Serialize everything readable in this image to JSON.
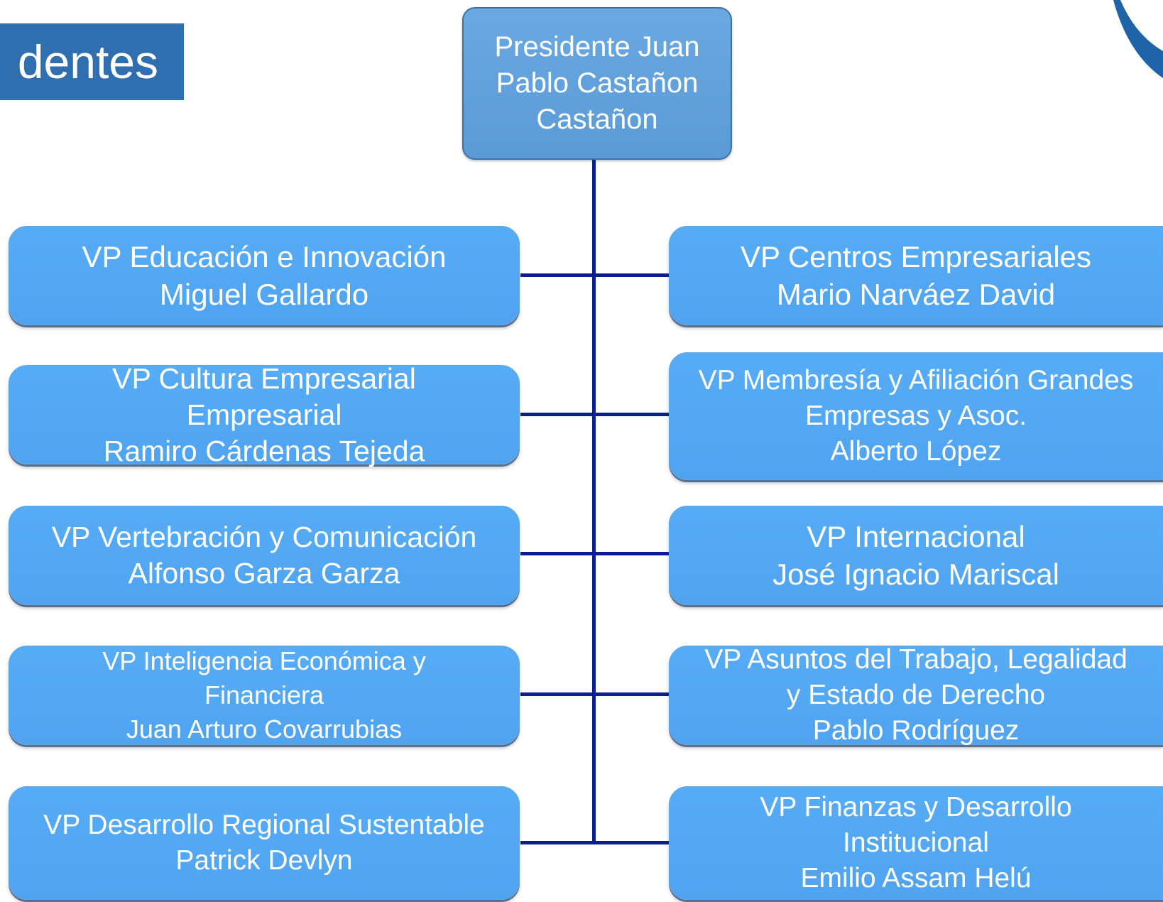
{
  "title": {
    "text": "dentes"
  },
  "president": {
    "lines": [
      "Presidente  Juan",
      "Pablo Castañon",
      "Castañon"
    ]
  },
  "left_nodes": [
    {
      "lines": [
        "VP Educación e Innovación",
        "Miguel Gallardo"
      ]
    },
    {
      "lines": [
        "VP Cultura Empresarial",
        "Empresarial",
        "Ramiro Cárdenas Tejeda"
      ]
    },
    {
      "lines": [
        "VP Vertebración y Comunicación",
        "Alfonso Garza Garza"
      ]
    },
    {
      "lines": [
        "VP Inteligencia Económica y",
        "Financiera",
        "Juan Arturo Covarrubias"
      ]
    },
    {
      "lines": [
        "VP Desarrollo Regional Sustentable",
        "Patrick Devlyn"
      ]
    }
  ],
  "right_nodes": [
    {
      "lines": [
        "VP Centros Empresariales",
        "Mario Narváez David"
      ]
    },
    {
      "lines": [
        "VP Membresía y Afiliación Grandes",
        "Empresas y Asoc.",
        "Alberto López"
      ]
    },
    {
      "lines": [
        "VP Internacional",
        "José Ignacio Mariscal"
      ]
    },
    {
      "lines": [
        "VP Asuntos del Trabajo, Legalidad",
        "y Estado de Derecho",
        "Pablo Rodríguez"
      ]
    },
    {
      "lines": [
        "VP Finanzas y Desarrollo",
        "Institucional",
        "Emilio Assam Helú"
      ]
    }
  ],
  "colors": {
    "node_fill": "#52a7f4",
    "president_fill": "#5f9fda",
    "connector": "#0b1f8f",
    "title_fill": "#2f6fb0",
    "accent_swoosh": "#1f63a8"
  }
}
